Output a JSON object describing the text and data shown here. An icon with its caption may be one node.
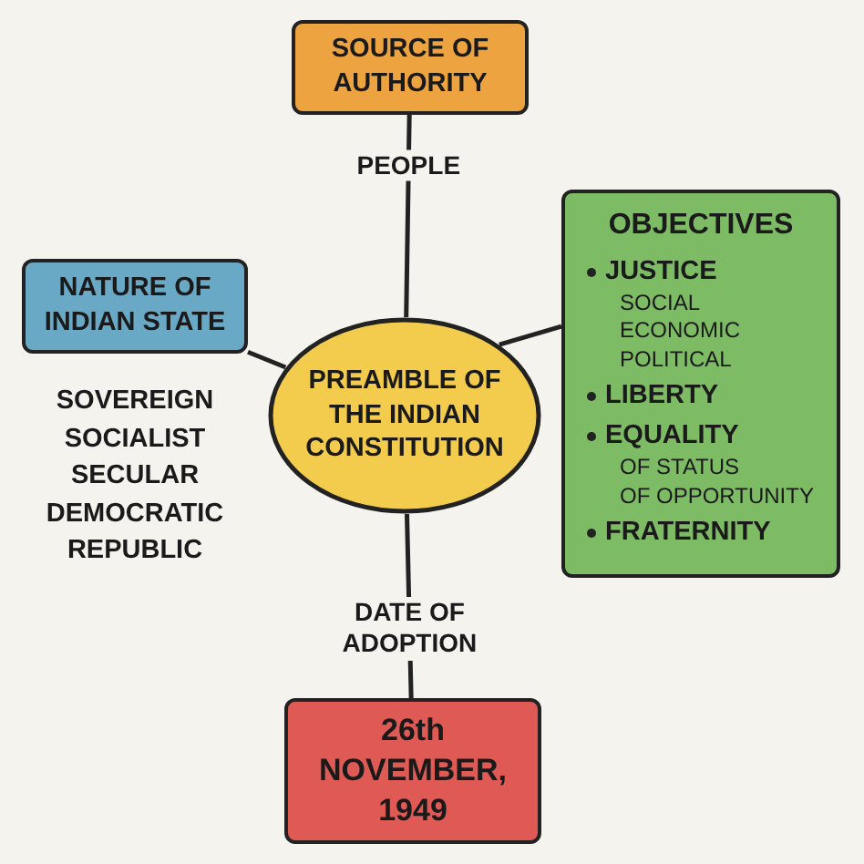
{
  "diagram": {
    "nodes": [
      {
        "text": [
          "SOURCE OF AUTHORITY"
        ]
      },
      {
        "text": [
          "NATURE OF INDIAN STATE"
        ],
        "beside": [
          "SOVEREIGN",
          "SOCIALIST",
          "SECULAR",
          "DEMOCRATIC",
          "REPUBLIC"
        ]
      },
      {
        "text": [
          "PREAMBLE OF THE INDIAN CONSTITUTION"
        ]
      },
      {
        "text": [
          "OBJECTIVES",
          "JUSTICE",
          "SOCIAL",
          "ECONOMIC",
          "POLITICAL",
          "LIBERTY",
          "EQUALITY",
          "OF STATUS",
          "OF OPPORTUNITY",
          "FRATERNITY"
        ]
      },
      {
        "text": [
          "26th NOVEMBER, 1949"
        ]
      }
    ],
    "edges": [
      {
        "from": 0,
        "to": 2,
        "arrow": "none",
        "label": "PEOPLE"
      },
      {
        "from": 1,
        "to": 2,
        "arrow": "none"
      },
      {
        "from": 2,
        "to": 3,
        "arrow": "none"
      },
      {
        "from": 2,
        "to": 4,
        "arrow": "none",
        "label": "DATE OF ADOPTION"
      }
    ]
  }
}
